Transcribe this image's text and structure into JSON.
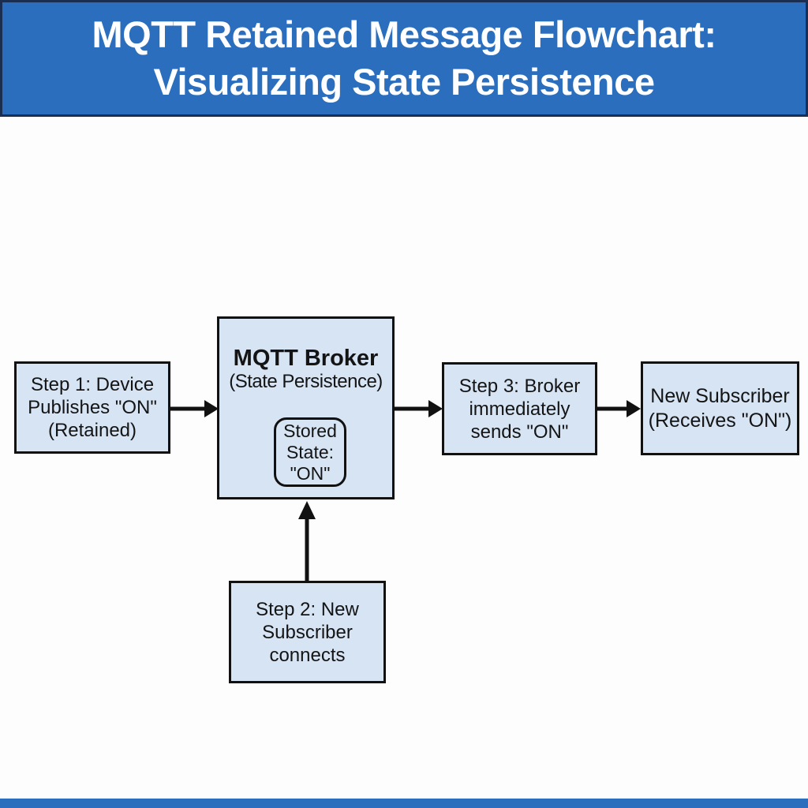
{
  "header": {
    "title": "MQTT Retained Message Flowchart:\nVisualizing State Persistence"
  },
  "diagram": {
    "nodes": {
      "step1": {
        "label": "Step 1: Device\nPublishes \"ON\"\n(Retained)"
      },
      "broker": {
        "title": "MQTT Broker",
        "subtitle": "(State Persistence)",
        "stored_state": "Stored\nState:\n\"ON\""
      },
      "step3": {
        "label": "Step 3: Broker\nimmediately\nsends \"ON\""
      },
      "subscriber": {
        "label": "New Subscriber\n(Receives \"ON\")"
      },
      "step2": {
        "label": "Step 2: New\nSubscriber\nconnects"
      }
    },
    "edges": [
      {
        "from": "step1",
        "to": "broker"
      },
      {
        "from": "broker",
        "to": "step3"
      },
      {
        "from": "step3",
        "to": "subscriber"
      },
      {
        "from": "step2",
        "to": "broker"
      }
    ],
    "annotations": [
      {
        "name": "highlight-circle",
        "meaning": "hand-drawn circle emphasizing stored retained state"
      }
    ]
  },
  "colors": {
    "banner_bg": "#2b6ebd",
    "banner_border": "#1a2e52",
    "banner_text": "#ffffff",
    "node_fill": "#d6e4f4",
    "node_border": "#111111",
    "arrow": "#111111",
    "highlight_circle": "#35699f",
    "text": "#141414",
    "page_bg": "#fdfdfd"
  }
}
